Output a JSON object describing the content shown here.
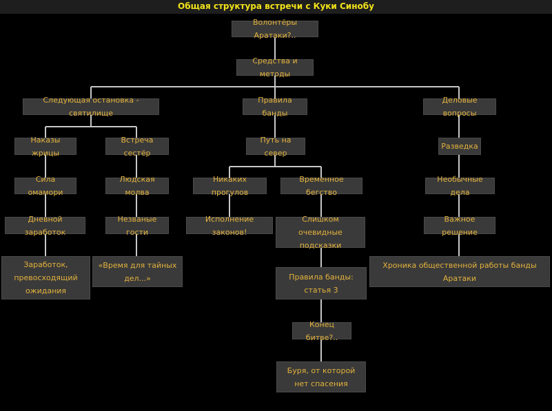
{
  "title": "Общая структура встречи с Куки Синобу",
  "colors": {
    "background": "#000000",
    "node_bg": "#3a3a3a",
    "node_text": "#e3b23c",
    "title_text": "#f2e21a",
    "connector": "#c8c8c8"
  },
  "nodes": {
    "root": "Волонтёры Аратаки?..",
    "means": "Средства и методы",
    "next_stop": "Следующая остановка - святилище",
    "gang_rules": "Правила банды",
    "business": "Деловые вопросы",
    "priestess": "Наказы жрицы",
    "sisters": "Встреча сестёр",
    "north": "Путь на север",
    "recon": "Разведка",
    "omamori": "Сила омамори",
    "rumor": "Людская молва",
    "no_skipping": "Никаких прогулов",
    "escape": "Временное бегство",
    "unusual": "Необычные дела",
    "day_earnings": "Дневной заработок",
    "uninvited": "Незваные гости",
    "law": "Исполнение законов!",
    "obvious_hints": "Слишком очевидные подсказки",
    "important": "Важное решение",
    "earnings_exceed": "Заработок, превосходящий ожидания",
    "secret_time": "«Время для тайных дел...»",
    "rule3": "Правила банды: статья 3",
    "chronicle": "Хроника общественной работы банды Аратаки",
    "battle_end": "Конец битве?..",
    "storm": "Буря, от которой нет спасения"
  }
}
